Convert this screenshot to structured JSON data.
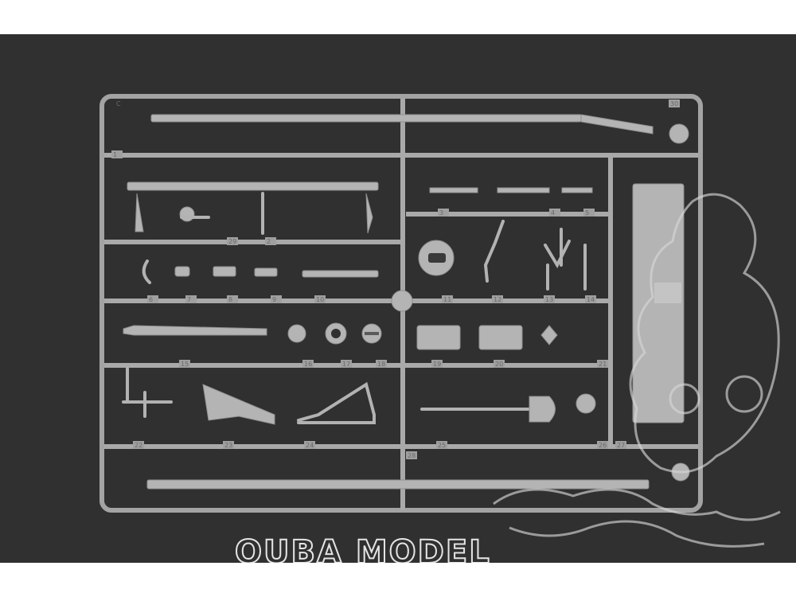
{
  "sprue": {
    "letter": "C",
    "tab_numbers": [
      "1",
      "2",
      "3",
      "4",
      "5",
      "6",
      "7",
      "8",
      "9",
      "10",
      "11",
      "12",
      "13",
      "14",
      "15",
      "16",
      "17",
      "18",
      "19",
      "20",
      "21",
      "22",
      "23",
      "24",
      "25",
      "26",
      "27",
      "28",
      "29",
      "30"
    ]
  },
  "watermark": {
    "text": "OUBA MODEL"
  }
}
